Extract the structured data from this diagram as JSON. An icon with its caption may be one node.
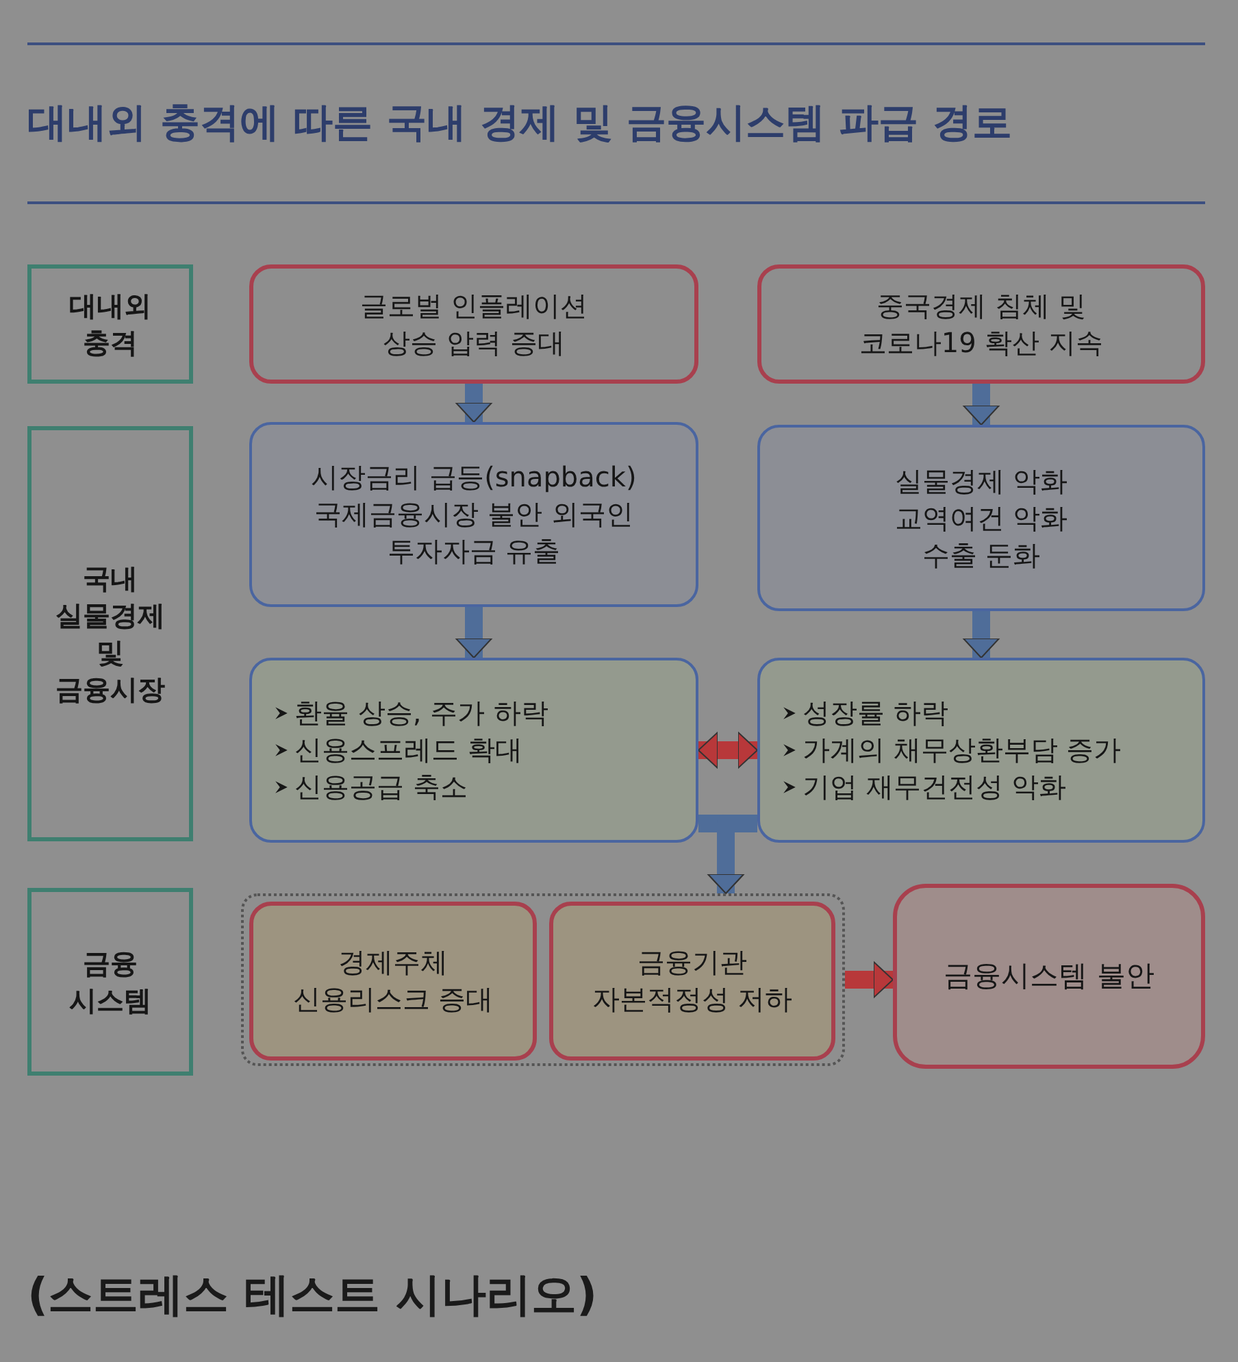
{
  "diagram": {
    "title": "대내외 충격에 따른 국내 경제 및 금융시스템 파급 경로",
    "caption": "(스트레스 테스트 시나리오)",
    "nodes": [
      {
        "text": [
          "대내외 충격"
        ]
      },
      {
        "text": [
          "글로벌 인플레이션 상승 압력 증대"
        ]
      },
      {
        "text": [
          "중국경제 침체 및 코로나19 확산 지속"
        ]
      },
      {
        "text": [
          "국내 실물경제 및 금융시장"
        ]
      },
      {
        "text": [
          "시장금리 급등(snapback) 국제금융시장 불안 외국인 투자자금 유출"
        ]
      },
      {
        "text": [
          "실물경제 악화 교역여건 악화 수출 둔화"
        ]
      },
      {
        "text": [
          "환율 상승, 주가 하락",
          "신용스프레드 확대",
          "신용공급 축소"
        ]
      },
      {
        "text": [
          "성장률 하락",
          "가계의 채무상환부담 증가",
          "기업 재무건전성 악화"
        ]
      },
      {
        "text": [
          "금융 시스템"
        ]
      },
      {
        "text": [],
        "shape": "box"
      },
      {
        "text": [
          "경제주체 신용리스크 증대"
        ],
        "in": 9
      },
      {
        "text": [
          "금융기관 자본적정성 저하"
        ],
        "in": 9
      },
      {
        "text": [
          "금융시스템 불안"
        ]
      }
    ],
    "edges": [
      {
        "from": 1,
        "to": 4,
        "arrow": "to"
      },
      {
        "from": 2,
        "to": 5,
        "arrow": "to"
      },
      {
        "from": 4,
        "to": 6,
        "arrow": "to"
      },
      {
        "from": 5,
        "to": 7,
        "arrow": "to"
      },
      {
        "from": 6,
        "to": 7,
        "arrow": "both",
        "color": "#b8383a"
      },
      {
        "from": 6,
        "to": 9,
        "arrow": "to"
      },
      {
        "from": 7,
        "to": 9,
        "arrow": "to"
      },
      {
        "from": 9,
        "to": 12,
        "arrow": "to",
        "color": "#b8383a"
      }
    ]
  }
}
